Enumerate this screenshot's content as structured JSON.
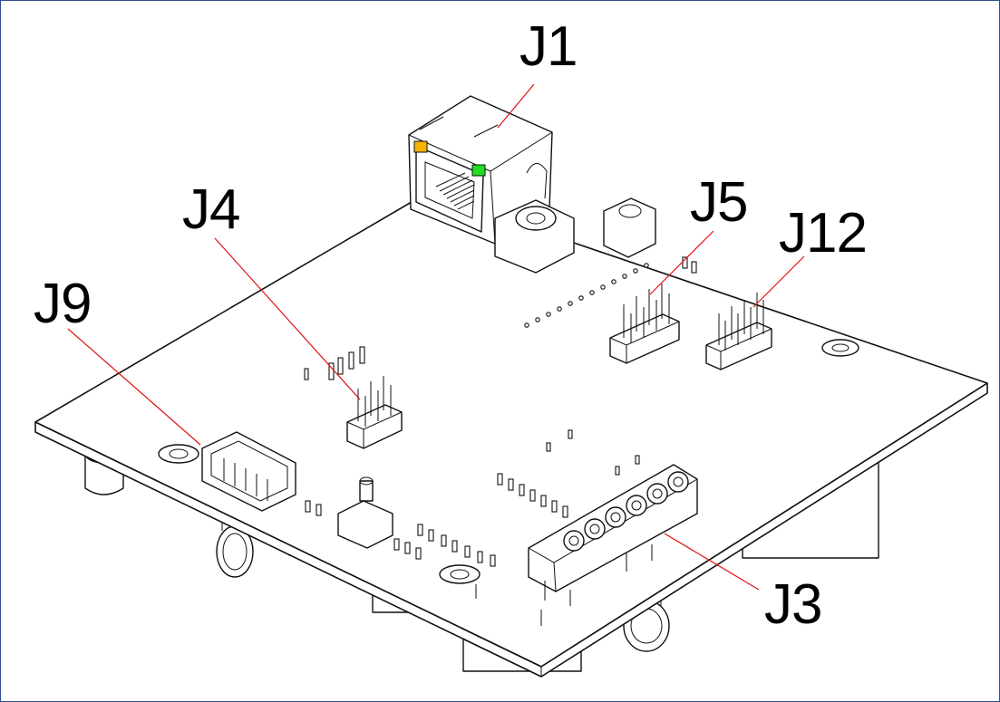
{
  "labels": {
    "j1": "J1",
    "j4": "J4",
    "j5": "J5",
    "j12": "J12",
    "j9": "J9",
    "j3": "J3"
  },
  "colors": {
    "frame_border": "#2f4f8f",
    "leader_line": "#e01010",
    "led_left": "#f5b400",
    "led_right": "#22dd22",
    "outline": "#111111"
  },
  "components": {
    "j1": "rj45-ethernet-jack",
    "j4": "pin-header-2x3",
    "j5": "pin-header-2x4",
    "j12": "pin-header-2x4",
    "j9": "wire-connector-5-pin",
    "j3": "terminal-block-6-position"
  }
}
